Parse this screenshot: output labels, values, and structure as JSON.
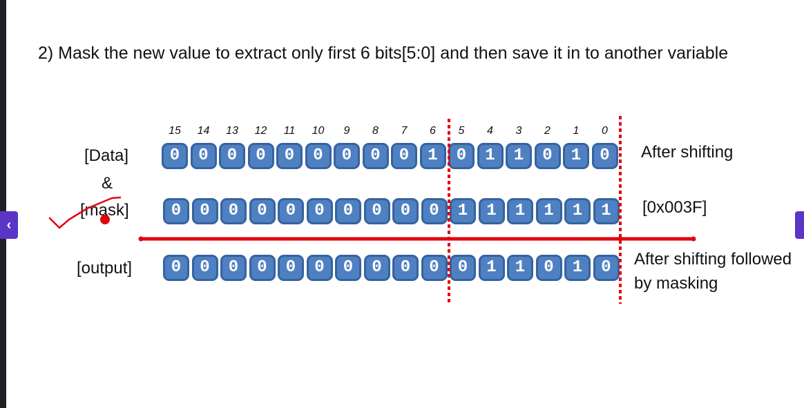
{
  "heading": "2) Mask the new value to extract only first 6 bits[5:0] and then save it in to another variable",
  "bit_indices": [
    "15",
    "14",
    "13",
    "12",
    "11",
    "10",
    "9",
    "8",
    "7",
    "6",
    "5",
    "4",
    "3",
    "2",
    "1",
    "0"
  ],
  "rows": [
    {
      "label": "[Data]",
      "bits": [
        "0",
        "0",
        "0",
        "0",
        "0",
        "0",
        "0",
        "0",
        "0",
        "1",
        "0",
        "1",
        "1",
        "0",
        "1",
        "0"
      ],
      "note": "After shifting"
    },
    {
      "label": "[mask]",
      "bits": [
        "0",
        "0",
        "0",
        "0",
        "0",
        "0",
        "0",
        "0",
        "0",
        "0",
        "1",
        "1",
        "1",
        "1",
        "1",
        "1"
      ],
      "note": "[0x003F]"
    },
    {
      "label": "[output]",
      "bits": [
        "0",
        "0",
        "0",
        "0",
        "0",
        "0",
        "0",
        "0",
        "0",
        "0",
        "0",
        "1",
        "1",
        "0",
        "1",
        "0"
      ],
      "note": "After shifting followed by masking"
    }
  ],
  "operator": "&",
  "nav": {
    "prev_icon": "chevron-left-icon",
    "next_icon": "chevron-right-icon"
  },
  "colors": {
    "cell_fill": "#4f80c1",
    "cell_border": "#35639e",
    "divider": "#e3000f",
    "annotation": "#e3000f",
    "nav": "#5a35c8"
  }
}
